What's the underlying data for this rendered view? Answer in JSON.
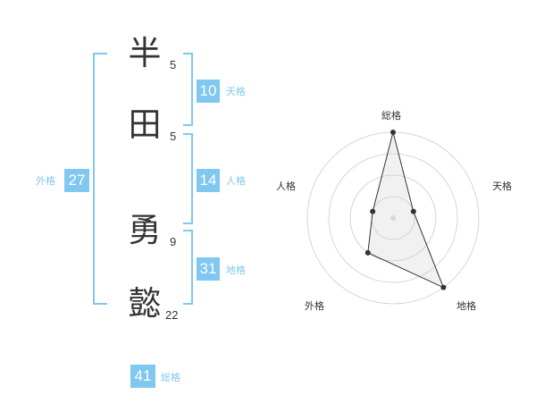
{
  "name": {
    "chars": [
      {
        "char": "半",
        "strokes": "5"
      },
      {
        "char": "田",
        "strokes": "5"
      },
      {
        "char": "勇",
        "strokes": "9"
      },
      {
        "char": "懿",
        "strokes": "22"
      }
    ]
  },
  "kakusuu": {
    "tenkaku": {
      "value": "10",
      "label": "天格"
    },
    "jinkaku": {
      "value": "14",
      "label": "人格"
    },
    "chikaku": {
      "value": "31",
      "label": "地格"
    },
    "gaikaku": {
      "value": "27",
      "label": "外格"
    },
    "soukaku": {
      "value": "41",
      "label": "総格"
    }
  },
  "colors": {
    "accent": "#80c8f0",
    "text": "#333333",
    "grid": "#cccccc"
  },
  "chart_data": {
    "type": "radar",
    "axes": [
      "総格",
      "天格",
      "地格",
      "外格",
      "人格"
    ],
    "values": [
      4,
      1,
      4,
      2,
      1
    ],
    "max": 4,
    "rings": 4
  }
}
